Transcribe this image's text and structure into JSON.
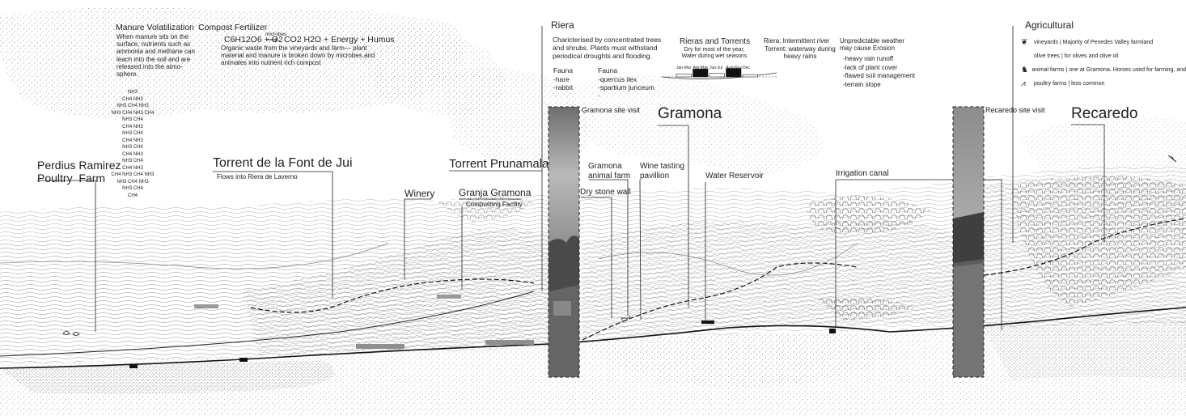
{
  "manure": {
    "title": "Manure Volatilization",
    "body": "When manure sits on the surface, nutrients such as ammonia and methane can leach into the soil and are released into the atmo-sphere.",
    "molecules": [
      "NH3",
      "CH4 NH3",
      "NH3 CH4 NH3",
      "NH3 CH4 NH3 CH4",
      "NH3 CH4",
      "CH4 NH3",
      "NH3 CH4",
      "CH4 NH3",
      "NH3 CH4",
      "CH4 NH3",
      "NH3 CH4",
      "CH4 NH3",
      "CH4 NH3 CH4 NH3",
      "NH3 CH4 NH3",
      "NH3 CH4",
      "CH4"
    ]
  },
  "compost": {
    "title": "Compost Fertilizer",
    "formula_left": "C6H12O6 + O2",
    "formula_arrow_label": "microbes",
    "formula_right": "CO2   H2O + Energy + Humus",
    "body": "Organic waste from the vineyards and farm— plant material and manure is broken down by microbes and animales into nutrient rich compost"
  },
  "riera": {
    "title": "Riera",
    "body": "Charicterised by concentrated trees and shrubs. Plants must withstand periodical droughts and flooding.",
    "fauna1_title": "Fauna",
    "fauna1_items": "-hare\n-rabbit",
    "fauna2_title": "Fauna",
    "fauna2_items": "-quercus ilex\n-spartium junceum\n-"
  },
  "rieras_torrents": {
    "title": "Rieras and Torrents",
    "body": "Dry for most of the year, Water during wet seasons",
    "months": [
      "Jan-Mar",
      "Apr-May",
      "Jun-Jul",
      "Aug-Nov",
      "Dec"
    ],
    "rainfall_levels": [
      0.25,
      0.7,
      0.3,
      0.75,
      0.2
    ]
  },
  "definitions": {
    "riera": "Riera: Intermittent river",
    "torrent": "Torrent: waterway during heavy rains"
  },
  "weather": {
    "title": "Unpredictable weather may cause Erosion",
    "items": [
      "-heavy rain runoff",
      "-lack of plant cover",
      "-flawed soil management",
      "-terrain slope"
    ]
  },
  "agricultural": {
    "title": "Agricultural",
    "items": [
      {
        "icon": "vine-icon",
        "text": "vineyards | Majority of Penedes Valley farmland"
      },
      {
        "icon": "",
        "text": "olive trees | for olives and olive oil"
      },
      {
        "icon": "horse-icon",
        "text": "animal farms | one at Gramona. Horses used for farming, and"
      },
      {
        "icon": "bird-icon",
        "text": "poultry farms | less common"
      }
    ]
  },
  "places": {
    "perdius": "Perdius Ramirez\nPoultry  Farm",
    "torrent_jui": "Torrent de la Font de Jui",
    "torrent_jui_sub": "Flows into Riera de Laverno",
    "winery": "Winery",
    "granja": "Granja Gramona",
    "granja_sub": "Composting Facility",
    "torrent_prunamala": "Torrent Prunamala",
    "gramona_site": "Gramona site visit",
    "gramona": "Gramona",
    "gramona_farm": "Gramona\nanimal farm",
    "dry_stone": "Dry stone wall",
    "wine_tasting": "Wine tasting\npavillion",
    "water_reservoir": "Water Reservoir",
    "irrigation": "Irrigation canal",
    "recaredo_site": "Recaredo site visit",
    "recaredo": "Recaredo"
  }
}
